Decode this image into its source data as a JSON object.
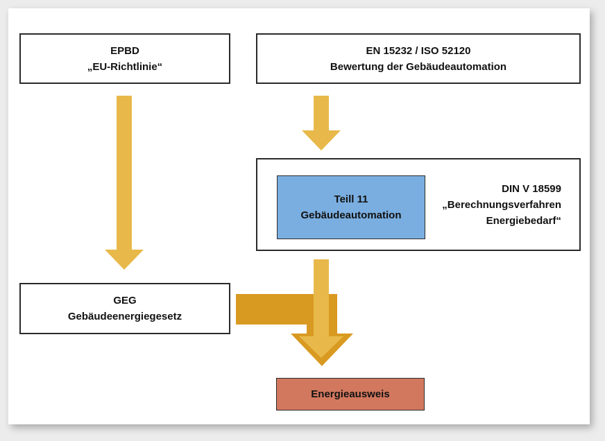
{
  "boxes": {
    "epbd": {
      "line1": "EPBD",
      "line2": "„EU-Richtlinie“"
    },
    "en": {
      "line1": "EN 15232 / ISO 52120",
      "line2": "Bewertung der Gebäudeautomation"
    },
    "din": {
      "line1": "DIN V 18599",
      "line2": "„Berechnungsverfahren",
      "line3": "Energiebedarf“"
    },
    "teil": {
      "line1": "Teill 11",
      "line2": "Gebäudeautomation"
    },
    "geg": {
      "line1": "GEG",
      "line2": "Gebäudeenergiegesetz"
    },
    "energie": {
      "line1": "Energieausweis"
    }
  },
  "colors": {
    "arrow_light": "#e8b94a",
    "arrow_dark": "#d99a22",
    "teil_fill": "#7aaee0",
    "energie_fill": "#d2785f",
    "border": "#2a2a2a"
  }
}
